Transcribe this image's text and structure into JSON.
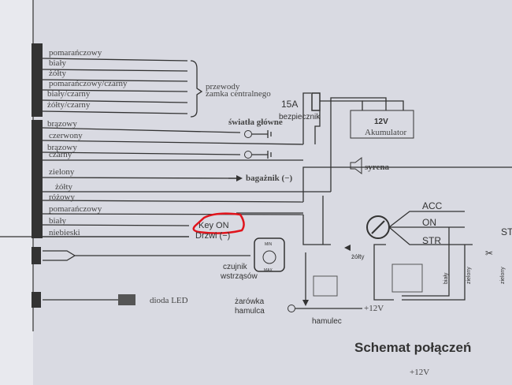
{
  "wires_top": [
    "pomarańczowy",
    "biały",
    "żółty",
    "pomarańczowy/czarny",
    "biały/czarny",
    "żółty/czarny"
  ],
  "central_lock_label": [
    "przewody",
    "zamka centralnego"
  ],
  "wires_bottom": [
    "brązowy",
    "czerwony",
    "brązowy",
    "czarny",
    "zielony",
    "żółty",
    "różowy",
    "pomarańczowy",
    "biały",
    "niebieski"
  ],
  "labels": {
    "headlights": "światła główne",
    "fuse_rating": "15A",
    "fuse": "bezpiecznik",
    "battery_voltage": "12V",
    "battery": "Akumulator",
    "trunk": "bagażnik (−)",
    "siren": "syrena",
    "key_on": "Key ON",
    "doors": "Drzwi (−)",
    "acc": "ACC",
    "on": "ON",
    "str": "STR",
    "st": "ST",
    "yellow": "żółty",
    "white": "biały",
    "green": "zielony",
    "green2": "zielony",
    "sensor_min": "MIN",
    "sensor_max": "MAX",
    "sensor": [
      "czujnik",
      "wstrząsów"
    ],
    "led": "dioda LED",
    "brake_bulb": [
      "żarówka",
      "hamulca"
    ],
    "brake": "hamulec",
    "plus12": "+12V",
    "title": "Schemat połączeń",
    "bottom_12v": "+12V"
  },
  "colors": {
    "paper": "#d9dae2",
    "ink": "#333333",
    "highlight": "#e0141c"
  }
}
